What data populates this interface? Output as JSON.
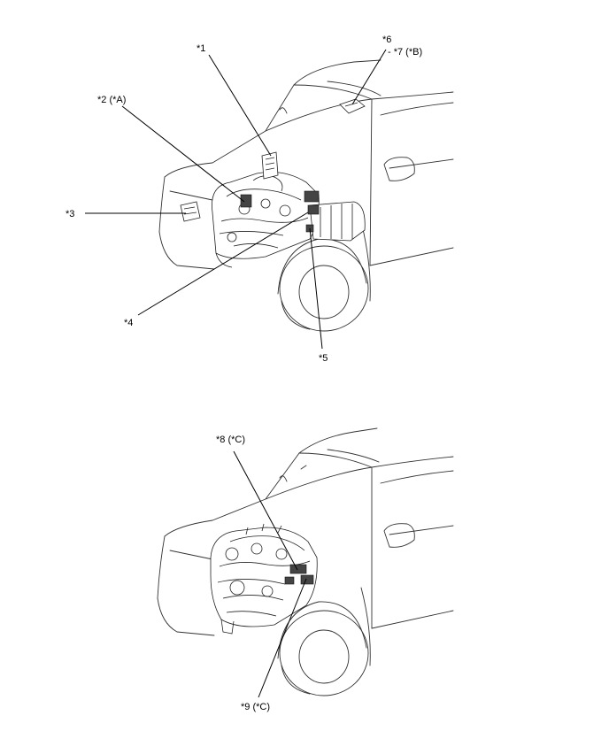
{
  "top_diagram": {
    "callouts": [
      {
        "id": "c1",
        "label": "*1"
      },
      {
        "id": "c2",
        "label": "*2 (*A)"
      },
      {
        "id": "c3",
        "label": "*3"
      },
      {
        "id": "c4",
        "label": "*4"
      },
      {
        "id": "c5",
        "label": "*5"
      },
      {
        "id": "c6",
        "label": "*6"
      },
      {
        "id": "c7",
        "label": "- *7 (*B)"
      }
    ]
  },
  "bottom_diagram": {
    "callouts": [
      {
        "id": "c8",
        "label": "*8 (*C)"
      },
      {
        "id": "c9",
        "label": "*9 (*C)"
      }
    ]
  }
}
